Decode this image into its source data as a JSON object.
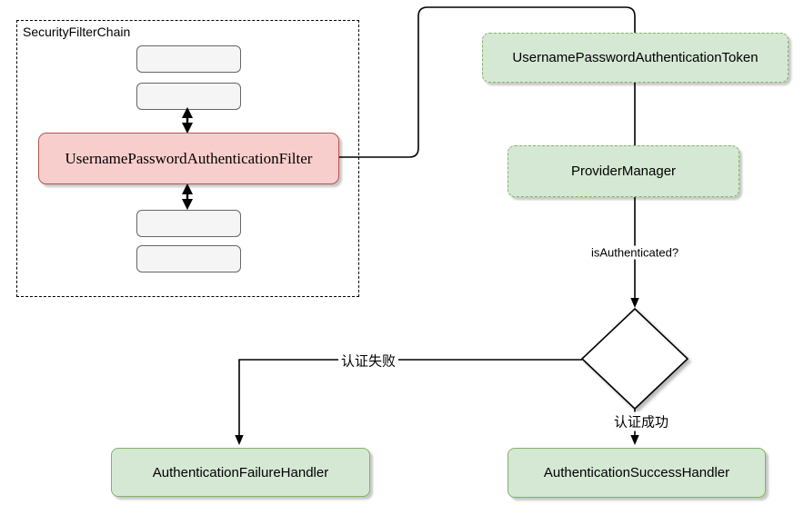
{
  "diagram": {
    "colors": {
      "green_fill": "#d5e8d4",
      "green_border": "#82b366",
      "red_fill": "#f8cecc",
      "red_border": "#b85450",
      "gray_fill": "#f5f5f5",
      "gray_border": "#666666",
      "line": "#000000"
    },
    "security_filter_chain": {
      "label": "SecurityFilterChain",
      "filter_node": "UsernamePasswordAuthenticationFilter",
      "placeholder_count": 4
    },
    "flow_nodes": {
      "token": "UsernamePasswordAuthenticationToken",
      "provider_manager": "ProviderManager",
      "failure_handler": "AuthenticationFailureHandler",
      "success_handler": "AuthenticationSuccessHandler"
    },
    "edge_labels": {
      "is_authenticated": "isAuthenticated?",
      "failure": "认证失败",
      "success": "认证成功"
    }
  }
}
